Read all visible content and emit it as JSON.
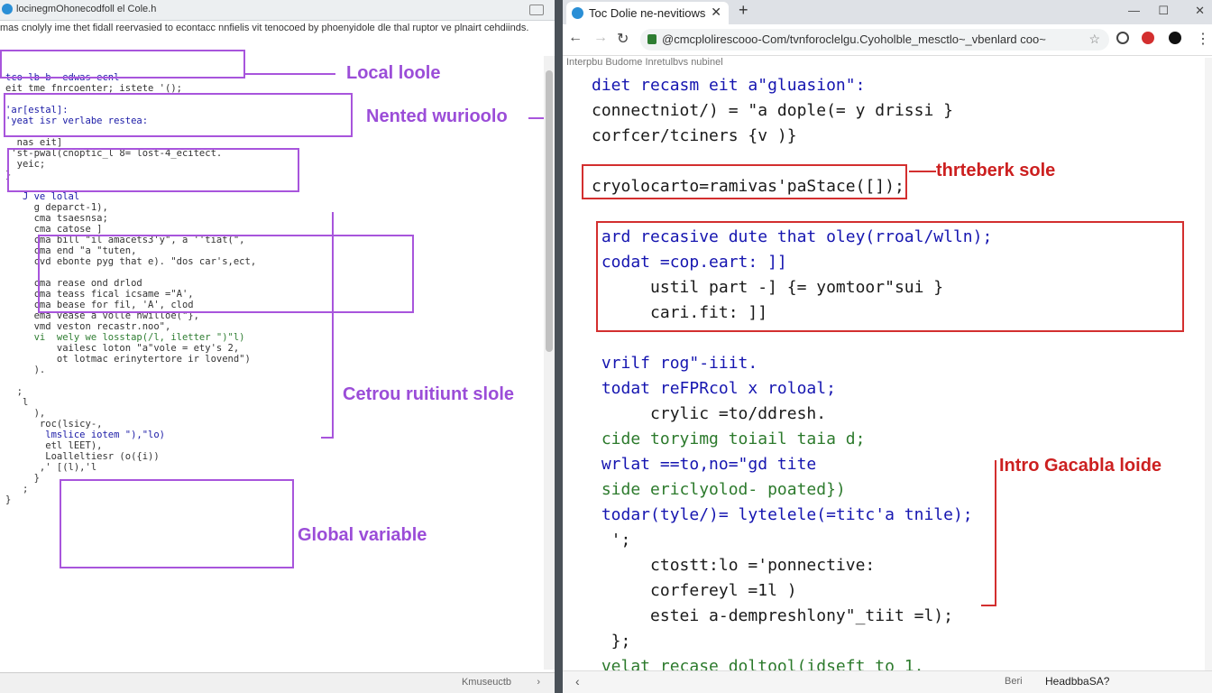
{
  "left_window": {
    "title": "locinegmOhonecodfoll el Cole.h",
    "description": "mas cnolyly ime thet fidall reervasied to econtacc nnfielis vit tenocoed by phoenyidole dle thal ruptor ve plnairt cehdiinds.",
    "code_lines": [
      {
        "t": "tco lb b- edwas ecnl",
        "c": "kw"
      },
      {
        "t": "eit tme fnrcoenter; istete '();",
        "c": ""
      },
      {
        "t": "",
        "c": ""
      },
      {
        "t": "'ar[estal]:",
        "c": "kw"
      },
      {
        "t": "'yeat isr verlabe restea:",
        "c": "kw"
      },
      {
        "t": "",
        "c": ""
      },
      {
        "t": "  nas eit]",
        "c": ""
      },
      {
        "t": " 'st-pwal(cnoptic_l 8= lost-4_ecitect.",
        "c": ""
      },
      {
        "t": "  yeic;",
        "c": ""
      },
      {
        "t": "}",
        "c": ""
      },
      {
        "t": "",
        "c": ""
      },
      {
        "t": "   J ve lolal",
        "c": "kw"
      },
      {
        "t": "     g deparct-1),",
        "c": ""
      },
      {
        "t": "     cma tsaesnsa;",
        "c": ""
      },
      {
        "t": "     cma catose ]",
        "c": ""
      },
      {
        "t": "     cma bill \"il amacets3'y\", a ''tiat(\",",
        "c": ""
      },
      {
        "t": "     cma end \"a \"tuten,",
        "c": ""
      },
      {
        "t": "     cvd ebonte pyg that e). \"dos car's,ect,",
        "c": ""
      },
      {
        "t": "",
        "c": ""
      },
      {
        "t": "     cma rease ond drlod",
        "c": ""
      },
      {
        "t": "     cma teass fical icsame =\"A',",
        "c": ""
      },
      {
        "t": "     cma bease for fil, 'A', clod",
        "c": ""
      },
      {
        "t": "     ema vease a volle nwilloe(\"},",
        "c": ""
      },
      {
        "t": "     vmd veston recastr.noo\",",
        "c": ""
      },
      {
        "t": "     vi  wely we losstap(/l, iletter \")\"l)",
        "c": "gr"
      },
      {
        "t": "         vailesc loton \"a\"vole = ety's 2,",
        "c": ""
      },
      {
        "t": "         ot lotmac erinytertore ir lovend\")",
        "c": ""
      },
      {
        "t": "     ).",
        "c": ""
      },
      {
        "t": "",
        "c": ""
      },
      {
        "t": "  ;",
        "c": ""
      },
      {
        "t": "   l",
        "c": ""
      },
      {
        "t": "     ),",
        "c": ""
      },
      {
        "t": "      roc(lsicy-,",
        "c": ""
      },
      {
        "t": "       lmslice iotem \"),\"lo)",
        "c": "kw"
      },
      {
        "t": "       etl lEET),",
        "c": ""
      },
      {
        "t": "       Loalleltiesr (o({i))",
        "c": ""
      },
      {
        "t": "      ,' [(l),'l",
        "c": ""
      },
      {
        "t": "     }",
        "c": ""
      },
      {
        "t": "   ;",
        "c": ""
      },
      {
        "t": "}",
        "c": ""
      }
    ],
    "annotations": {
      "local": "Local loole",
      "nested": "Nented wurioolo",
      "return": "Cetrou ruitiunt slole",
      "global": "Global variable"
    },
    "status_text": "Kmuseuctb",
    "status_arrow": "›"
  },
  "browser": {
    "tab_title": "Toc Dolie ne-nevitiows",
    "tab_close": "✕",
    "new_tab": "+",
    "win_min": "—",
    "win_max": "☐",
    "win_close": "✕",
    "back": "←",
    "forward": "→",
    "reload": "↻",
    "url": "@cmcplolirescooo-Com/tvnforoclelgu.Cyoholble_mesctlo~_vbenlard coo~",
    "star": "☆",
    "bookmarks": "Interpbu   Budome Inretulbvs nubinel",
    "code_lines": [
      {
        "t": "diet recasm eit a\"gluasion\":",
        "c": "kw"
      },
      {
        "t": "connectniot/) = \"a dople(= y drissi }",
        "c": ""
      },
      {
        "t": "corfcer/tciners {v )}",
        "c": ""
      },
      {
        "t": "",
        "c": ""
      },
      {
        "t": "cryolocarto=ramivas'paStace([]);",
        "c": ""
      },
      {
        "t": "",
        "c": ""
      },
      {
        "t": " ard recasive dute that oley(rroal/wlln);",
        "c": "kw"
      },
      {
        "t": " codat =cop.eart: ]]",
        "c": "kw"
      },
      {
        "t": "      ustil part -] {= yomtoor\"sui }",
        "c": ""
      },
      {
        "t": "      cari.fit: ]]",
        "c": ""
      },
      {
        "t": "",
        "c": ""
      },
      {
        "t": " vrilf rog\"-iiit.",
        "c": "kw"
      },
      {
        "t": " todat reFPRcol x roloal;",
        "c": "kw"
      },
      {
        "t": "      crylic =to/ddresh.",
        "c": ""
      },
      {
        "t": " cide toryimg toiail taia d;",
        "c": "gr"
      },
      {
        "t": " wrlat ==to,no=\"gd tite",
        "c": "kw"
      },
      {
        "t": " side ericlyolod- poated})",
        "c": "gr"
      },
      {
        "t": " todar(tyle/)= lytelele(=titc'a tnile);",
        "c": "kw"
      },
      {
        "t": "  ';",
        "c": ""
      },
      {
        "t": "      ctostt:lo ='ponnective:",
        "c": ""
      },
      {
        "t": "      corfereyl =1l )",
        "c": ""
      },
      {
        "t": "      estei a-dempreshlony\"_tiit =l);",
        "c": ""
      },
      {
        "t": "  };",
        "c": ""
      },
      {
        "t": " velat recase doltool(idseft to 1.",
        "c": "gr"
      }
    ],
    "annotations": {
      "threbek": "thrteberk sole",
      "intro": "Intro Gacabla loide"
    },
    "status_left": "‹",
    "status_mid": "Beri",
    "status_right": "HeadbbaSA?"
  },
  "colors": {
    "left_annotation": "#a855dc",
    "right_annotation": "#d32f2f",
    "divider": "#4a5158"
  },
  "icons": [
    "app-icon",
    "window-button-icon",
    "lock-icon",
    "star-icon",
    "extension-icon",
    "tab-favicon",
    "close-icon",
    "back-icon",
    "forward-icon",
    "reload-icon"
  ]
}
